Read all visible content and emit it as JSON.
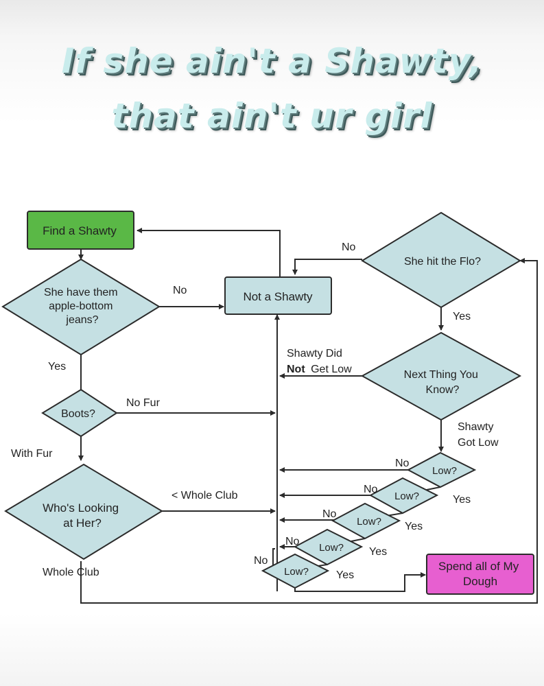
{
  "title": {
    "line1": "If she ain't a Shawty,",
    "line2": "that ain't ur girl"
  },
  "nodes": {
    "find": "Find a Shawty",
    "apple": [
      "She have them",
      "apple-bottom",
      "jeans?"
    ],
    "boots": "Boots?",
    "looking": [
      "Who's Looking",
      "at Her?"
    ],
    "not_shawty": "Not a Shawty",
    "flo": "She hit the Flo?",
    "next": [
      "Next Thing You",
      "Know?"
    ],
    "low": "Low?",
    "spend": [
      "Spend all of My",
      "Dough"
    ]
  },
  "edges": {
    "no": "No",
    "yes": "Yes",
    "no_fur": "No Fur",
    "with_fur": "With Fur",
    "lt_whole_club": "< Whole Club",
    "whole_club": "Whole Club",
    "did_not_1": "Shawty Did",
    "did_not_not": "Not",
    "did_not_2": "Get Low",
    "got_low_1": "Shawty",
    "got_low_2": "Got Low"
  },
  "colors": {
    "node_fill": "#c5e0e3",
    "start_fill": "#5ab846",
    "end_fill": "#e75fd0",
    "stroke": "#2b2b2b"
  }
}
